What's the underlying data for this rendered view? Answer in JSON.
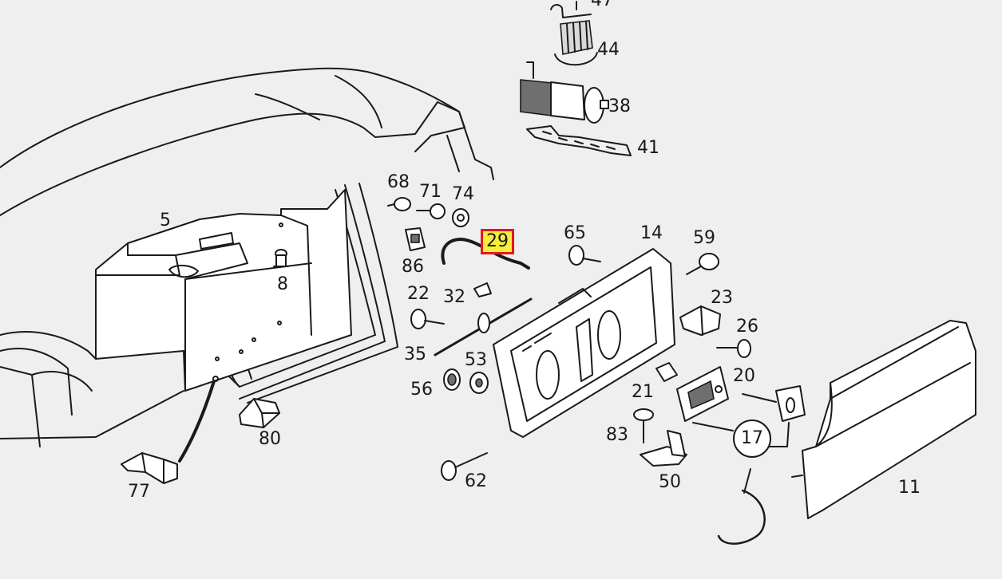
{
  "diagram": {
    "highlight_color": "#f6ee3a",
    "highlight_border": "#e01b1b",
    "labels": [
      {
        "id": "47",
        "text": "47"
      },
      {
        "id": "44",
        "text": "44"
      },
      {
        "id": "38",
        "text": "38"
      },
      {
        "id": "41",
        "text": "41"
      },
      {
        "id": "68",
        "text": "68"
      },
      {
        "id": "71",
        "text": "71"
      },
      {
        "id": "74",
        "text": "74"
      },
      {
        "id": "5",
        "text": "5"
      },
      {
        "id": "86",
        "text": "86"
      },
      {
        "id": "29",
        "text": "29"
      },
      {
        "id": "65",
        "text": "65"
      },
      {
        "id": "14",
        "text": "14"
      },
      {
        "id": "59",
        "text": "59"
      },
      {
        "id": "8",
        "text": "8"
      },
      {
        "id": "22",
        "text": "22"
      },
      {
        "id": "32",
        "text": "32"
      },
      {
        "id": "23",
        "text": "23"
      },
      {
        "id": "26",
        "text": "26"
      },
      {
        "id": "35",
        "text": "35"
      },
      {
        "id": "53",
        "text": "53"
      },
      {
        "id": "56",
        "text": "56"
      },
      {
        "id": "20",
        "text": "20"
      },
      {
        "id": "21",
        "text": "21"
      },
      {
        "id": "80",
        "text": "80"
      },
      {
        "id": "83",
        "text": "83"
      },
      {
        "id": "17",
        "text": "17"
      },
      {
        "id": "77",
        "text": "77"
      },
      {
        "id": "62",
        "text": "62"
      },
      {
        "id": "50",
        "text": "50"
      },
      {
        "id": "11",
        "text": "11"
      }
    ]
  }
}
